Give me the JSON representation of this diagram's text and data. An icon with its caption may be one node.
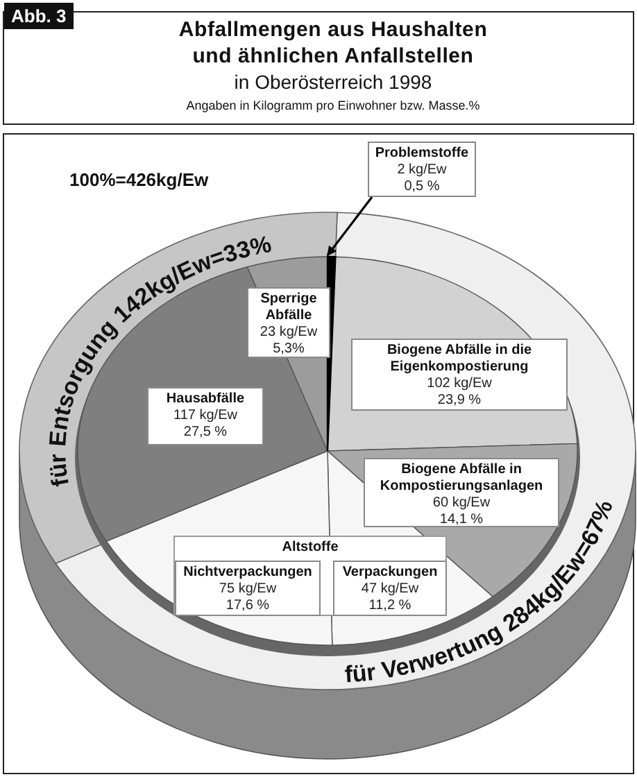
{
  "diagram": {
    "title": "Abfallmengen aus Haushalten und ähnlichen Anfallstellen",
    "nodes": [
      {
        "text": [
          "Problemstoffe",
          "2 kg/Ew",
          "0,5 %"
        ]
      },
      {
        "text": [
          "Sperrige Abfälle",
          "23 kg/Ew",
          "5,3%"
        ]
      },
      {
        "text": [
          "Biogene Abfälle in die Eigenkompostierung",
          "102 kg/Ew",
          "23,9 %"
        ]
      },
      {
        "text": [
          "Hausabfälle",
          "117 kg/Ew",
          "27,5 %"
        ]
      },
      {
        "text": [
          "Biogene Abfälle in Kompostierungsanlagen",
          "60 kg/Ew",
          "14,1 %"
        ]
      },
      {
        "text": [
          "Altstoffe"
        ]
      },
      {
        "text": [
          "Nichtverpackungen",
          "75 kg/Ew",
          "17,6 %"
        ],
        "in": 5
      },
      {
        "text": [
          "Verpackungen",
          "47 kg/Ew",
          "11,2 %"
        ],
        "in": 5
      },
      {
        "text": [],
        "shape": "bar"
      }
    ],
    "edges": [
      {
        "from": 0,
        "to": 8,
        "arrow": "to"
      }
    ],
    "labels": [
      "Abb. 3",
      "in Oberösterreich 1998",
      "Angaben in Kilogramm pro Einwohner bzw. Masse.%",
      "100%=426kg/Ew",
      "für Entsorgung 142kg/Ew=33%",
      "für Verwertung 284kg/Ew=67%"
    ]
  }
}
